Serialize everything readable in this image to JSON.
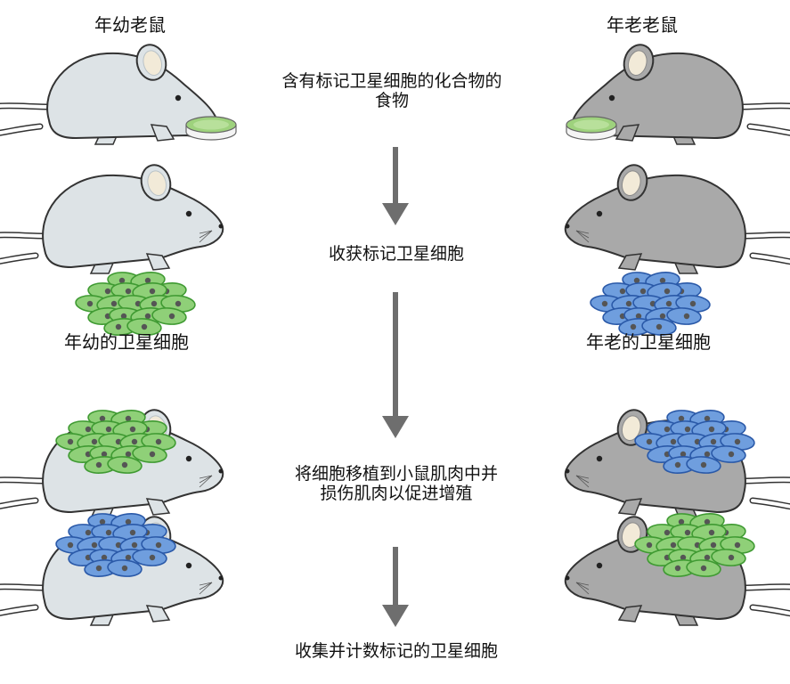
{
  "labels": {
    "young_mouse": "年幼老鼠",
    "old_mouse": "年老老鼠",
    "young_cells": "年幼的卫星细胞",
    "old_cells": "年老的卫星细胞"
  },
  "steps": {
    "feed_line1": "含有标记卫星细胞的化合物的",
    "feed_line2": "食物",
    "harvest": "收获标记卫星细胞",
    "transplant_line1": "将细胞移植到小鼠肌肉中并",
    "transplant_line2": "损伤肌肉以促进增殖",
    "count": "收集并计数标记的卫星细胞"
  },
  "icons": {
    "mouse": "mouse-icon",
    "cells": "satellite-cell-cluster-icon",
    "arrow": "arrow-down-icon",
    "dish": "food-dish-icon"
  },
  "colors": {
    "young_mouse_body": "#dde3e6",
    "old_mouse_body": "#a9a9a9",
    "young_cell_fill": "#8fd078",
    "young_cell_stroke": "#3f9a32",
    "old_cell_fill": "#6f9ede",
    "old_cell_stroke": "#2a59a8",
    "cell_nucleus": "#555555",
    "food_green": "#9ed27d",
    "arrow": "#6e6e6e"
  }
}
